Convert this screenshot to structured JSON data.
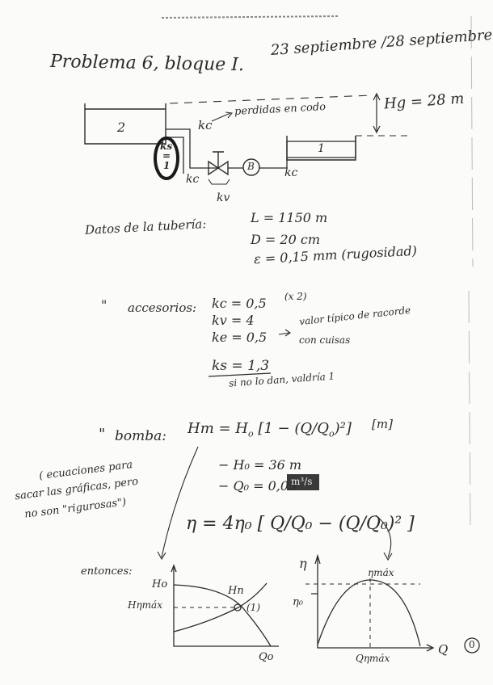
{
  "header": {
    "title": "Problema 6, bloque I.",
    "dates": "23 septiembre /28 septiembre"
  },
  "diagram": {
    "tank2": "2",
    "tank1": "1",
    "kc_top": "kc",
    "perdidas_label": "perdidas en codo",
    "hg_label": "Hg = 28 m",
    "ks_label": "ks",
    "ks_eq": "=",
    "ks_value": "1",
    "kc_bottom_left": "kc",
    "kc_bottom_right": "kc",
    "kv_label": "kv",
    "bomba_symbol": "B"
  },
  "datos": {
    "label": "Datos de la tubería:",
    "L": "L = 1150 m",
    "D": "D = 20 cm",
    "E": "ε = 0,15 mm (rugosidad)"
  },
  "accesorios": {
    "quote": "\"",
    "label": "accesorios:",
    "kc": "kc = 0,5",
    "kc_note": "(x 2)",
    "kv": "kv = 4",
    "ke": "ke = 0,5",
    "ke_note_1": "valor típico de racorde",
    "ke_note_2": "con cuisas",
    "ks": "ks = 1,3",
    "ks_note": "si no lo dan, valdría 1"
  },
  "bomba": {
    "quote": "\"",
    "label": "bomba:",
    "eq_lhs": "Hm = H",
    "eq_lhs_sub": "o",
    "eq_body": "[1 − (Q/Q",
    "eq_body_sub": "o",
    "eq_tail": ")²]",
    "eq_units": "[m]",
    "h0": "− H₀ = 36 m",
    "q0": "− Q₀ = 0,05",
    "q0_units": "m³/s"
  },
  "note": {
    "line1": "( ecuaciones para",
    "line2": "sacar las gráficas, pero",
    "line3": "no son \"rigurosas\")"
  },
  "eta_eq": "η = 4η₀ [ Q/Q₀ − (Q/Q₀)² ]",
  "graphs": {
    "entonces": "entonces:",
    "ho": "Ho",
    "hnmax": "Hηmáx",
    "hn": "Hn",
    "point": "(1)",
    "qo": "Qo",
    "eta_axis": "η",
    "eta0": "η₀",
    "etamax": "ηmáx",
    "q_axis": "Q",
    "qnmax": "Qηmáx",
    "page_mark": "0"
  }
}
